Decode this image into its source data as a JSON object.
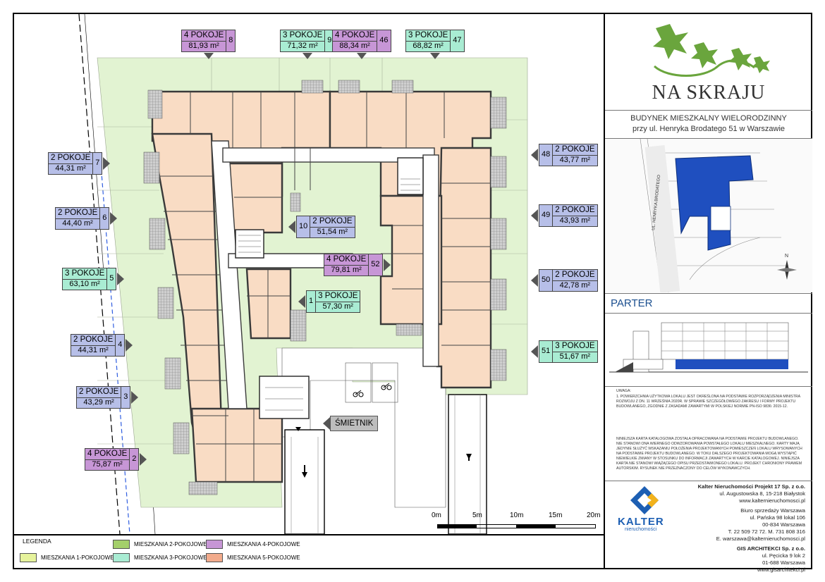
{
  "units": [
    {
      "rooms": "4 POKOJE",
      "area": "81,93 m²",
      "num": "8",
      "cls": "c4"
    },
    {
      "rooms": "3 POKOJE",
      "area": "71,32 m²",
      "num": "9",
      "cls": "c3"
    },
    {
      "rooms": "4 POKOJE",
      "area": "88,34 m²",
      "num": "46",
      "cls": "c4"
    },
    {
      "rooms": "3 POKOJE",
      "area": "68,82 m²",
      "num": "47",
      "cls": "c3"
    },
    {
      "rooms": "2 POKOJE",
      "area": "44,31 m²",
      "num": "7",
      "cls": "c2"
    },
    {
      "rooms": "2 POKOJE",
      "area": "44,40 m²",
      "num": "6",
      "cls": "c2"
    },
    {
      "rooms": "3 POKOJE",
      "area": "63,10 m²",
      "num": "5",
      "cls": "c3"
    },
    {
      "rooms": "2 POKOJE",
      "area": "44,31 m²",
      "num": "4",
      "cls": "c2"
    },
    {
      "rooms": "2 POKOJE",
      "area": "43,29 m²",
      "num": "3",
      "cls": "c2"
    },
    {
      "rooms": "4 POKOJE",
      "area": "75,87 m²",
      "num": "2",
      "cls": "c4"
    },
    {
      "rooms": "2 POKOJE",
      "area": "51,54 m²",
      "num": "10",
      "cls": "c2"
    },
    {
      "rooms": "4 POKOJE",
      "area": "79,81 m²",
      "num": "52",
      "cls": "c4"
    },
    {
      "rooms": "3 POKOJE",
      "area": "57,30 m²",
      "num": "1",
      "cls": "c3"
    },
    {
      "rooms": "2 POKOJE",
      "area": "43,77 m²",
      "num": "48",
      "cls": "c2"
    },
    {
      "rooms": "2 POKOJE",
      "area": "43,93 m²",
      "num": "49",
      "cls": "c2"
    },
    {
      "rooms": "2 POKOJE",
      "area": "42,78 m²",
      "num": "50",
      "cls": "c2"
    },
    {
      "rooms": "3 POKOJE",
      "area": "51,67 m²",
      "num": "51",
      "cls": "c3"
    }
  ],
  "plan": {
    "smietnik": "ŚMIETNIK"
  },
  "colors": {
    "green": "#e2f3d2",
    "apartment": "#f9dcc4",
    "wall": "#3a3a3a",
    "blue2": "#b7bfe8",
    "green3": "#a9ecd3",
    "purple4": "#c796d6"
  },
  "scale": {
    "labels": [
      "0m",
      "5m",
      "10m",
      "15m",
      "20m"
    ]
  },
  "legend": {
    "title": "LEGENDA",
    "items": [
      {
        "label": "MIESZKANIA 1-POKOJOWE",
        "color": "#e6f39c"
      },
      {
        "label": "MIESZKANIA 2-POKOJOWE",
        "color": "#a4cf6a"
      },
      {
        "label": "MIESZKANIA 3-POKOJOWE",
        "color": "#a9ecd3"
      },
      {
        "label": "MIESZKANIA 4-POKOJOWE",
        "color": "#c796d6"
      },
      {
        "label": "MIESZKANIA 5-POKOJOWE",
        "color": "#f2ab8c"
      }
    ]
  },
  "sidebar": {
    "logo_text": "NA SKRAJU",
    "building_line1": "BUDYNEK MIESZKALNY WIELORODZINNY",
    "building_line2": "przy ul. Henryka Brodatego 51 w Warszawie",
    "street_label": "UL. HENRYKA BRODATEGO",
    "north": "N",
    "section_title": "PARTER",
    "uwaga_title": "UWAGA:",
    "uwaga_text": "1.   POWIERZCHNIA UŻYTKOWA LOKALU JEST OKREŚLONA NA PODSTAWIE ROZPORZĄDZENIA MINISTRA ROZWOJU Z DN. 11 WRZEŚNIA 2020R. W SPRAWIE SZCZEGÓŁOWEGO ZAKRESU I FORMY PROJEKTU BUDOWLANEGO, ZGODNIE Z ZASADAMI ZAWARTYMI W POLSKIEJ NORMIE PN-ISO 9836: 2015-12.",
    "note_text": "NINIEJSZA KARTA KATALOGOWA ZOSTAŁA OPRACOWANA NA PODSTAWIE PROJEKTU BUDOWLANEGO. NIE STANOWI ONA WIERNEGO ODWZOROWANIA POWSTAŁEGO LOKALU MIESZKALNEGO. KARTY MAJĄ JEDYNIE SŁUŻYĆ WSKAZANIU POŁOŻENIA PROJEKTOWANYCH POMIESZCZEŃ LOKALU WRYSOWANYCH NA PODSTAWIE PROJEKTU BUDOWLANEGO. W TOKU DALSZEGO PROJEKTOWANIA MOGĄ WYSTĄPIĆ NIEWIELKIE ZMIANY W STOSUNKU DO INFORMACJI ZAWARTYCH W KARCIE KATALOGOWEJ. NINIEJSZA KARTA NIE STANOWI WIĄŻĄCEGO OPISU PRZEDSTAWIONEGO LOKALU. PROJEKT CHRONIONY PRAWEM AUTORSKIM. RYSUNEK NIE PRZEZNACZONY DO CELÓW WYKONAWCZYCH.",
    "kalter_name": "KALTER",
    "kalter_sub": "nieruchomości",
    "c1_name": "Kalter Nieruchomości Projekt 17 Sp. z o.o.",
    "c1_addr": "ul. Augustowska 8, 15-218 Białystok",
    "c1_web": "www.kalternieruchomosci.pl",
    "c2_name": "Biuro sprzedaży Warszawa",
    "c2_addr1": "ul. Pańska 98 lokal 106",
    "c2_addr2": "00-834 Warszawa",
    "c2_phone": "T. 22 509 72 72. M. 731 808 316",
    "c2_email": "E. warszawa@kalternieruchomosci.pl",
    "c3_name": "GIS ARCHITEKCI Sp. z o.o.",
    "c3_addr1": "ul. Pęcicka 9 lok 2",
    "c3_addr2": "01-688 Warszawa",
    "c3_web": "www.gisarchitekci.pl"
  }
}
